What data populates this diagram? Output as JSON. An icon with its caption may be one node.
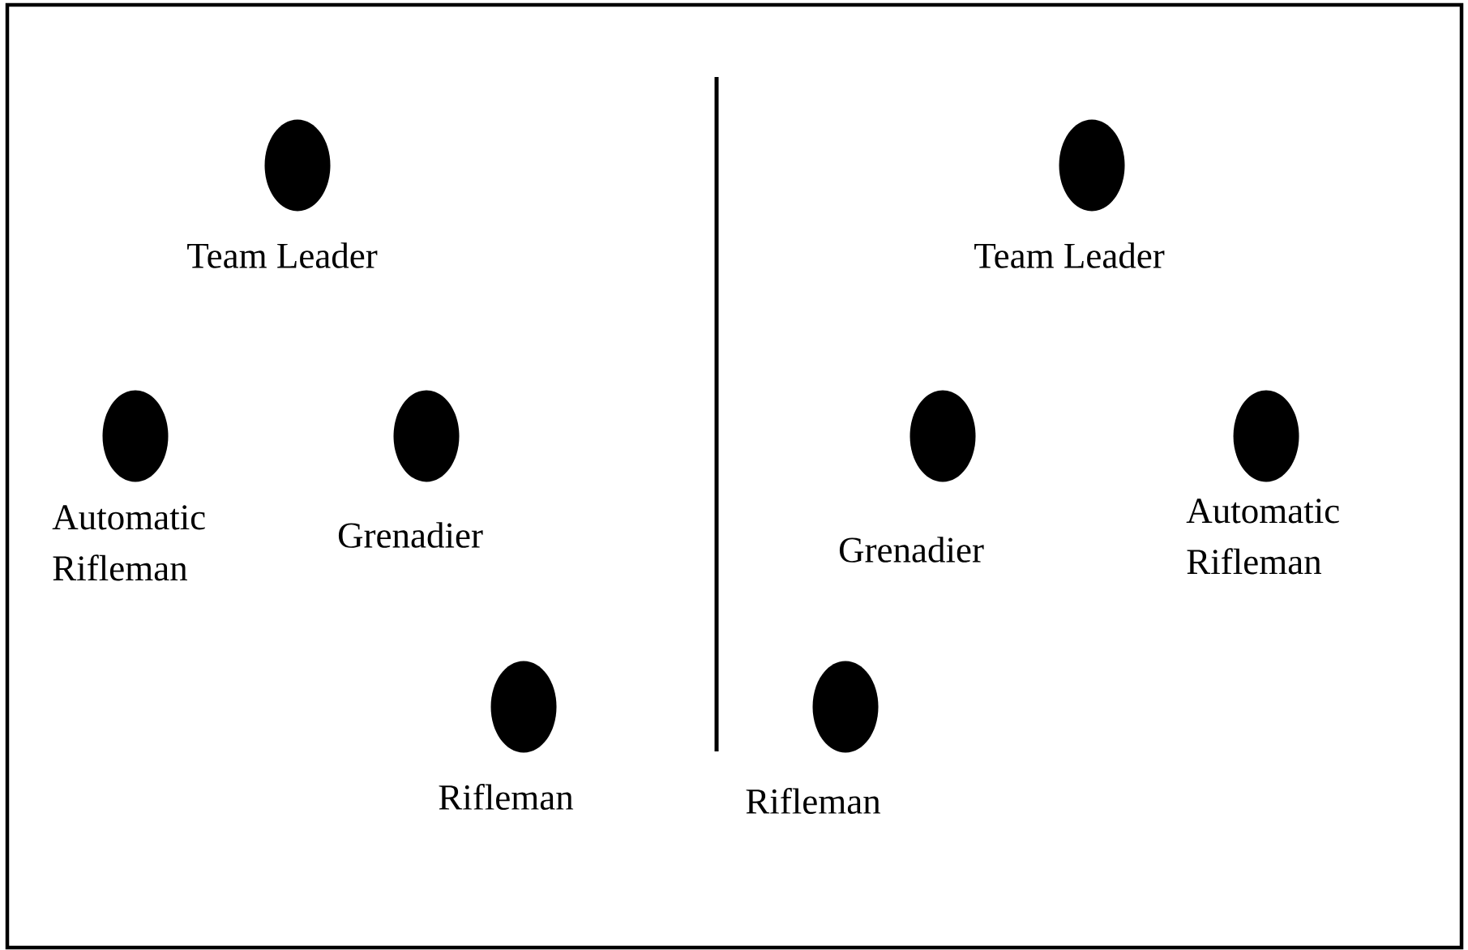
{
  "diagram": {
    "nodes": [
      {
        "text": [
          "Team Leader"
        ]
      },
      {
        "text": [
          "Automatic Rifleman"
        ]
      },
      {
        "text": [
          "Grenadier"
        ]
      },
      {
        "text": [
          "Rifleman"
        ]
      },
      {
        "text": [
          "Team Leader"
        ]
      },
      {
        "text": [
          "Grenadier"
        ]
      },
      {
        "text": [
          "Automatic Rifleman"
        ]
      },
      {
        "text": [
          "Rifleman"
        ]
      }
    ]
  }
}
